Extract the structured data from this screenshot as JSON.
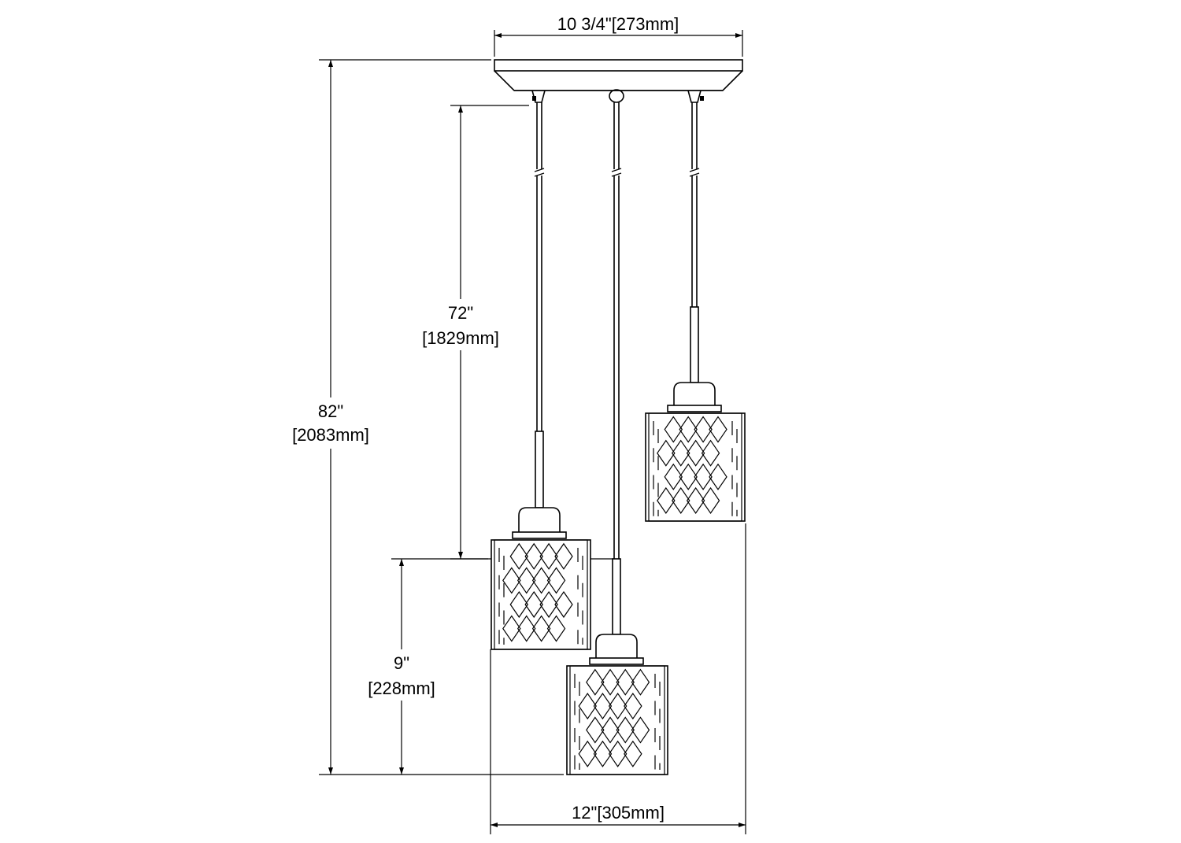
{
  "dimensions": {
    "canopy_width": "10 3/4\"[273mm]",
    "spread_width": "12\"[305mm]",
    "overall_height": {
      "imperial": "82\"",
      "metric": "[2083mm]"
    },
    "cord_length": {
      "imperial": "72\"",
      "metric": "[1829mm]"
    },
    "shade_height": {
      "imperial": "9\"",
      "metric": "[228mm]"
    }
  },
  "colors": {
    "line": "#000000",
    "background": "#ffffff"
  }
}
